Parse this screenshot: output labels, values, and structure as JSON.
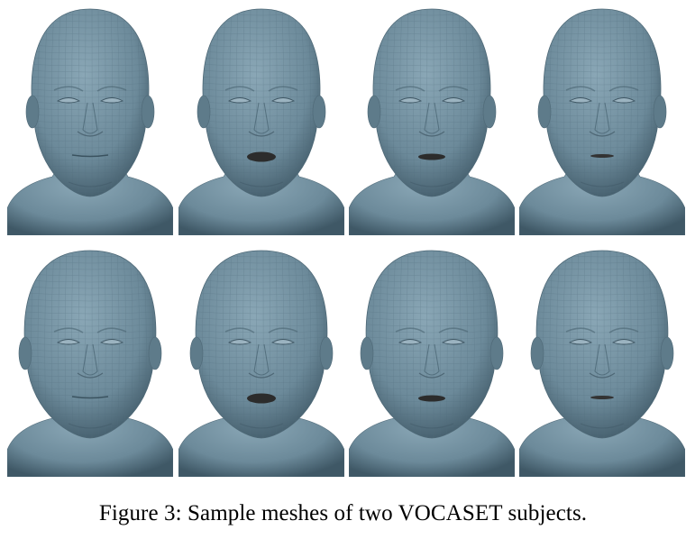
{
  "figure": {
    "caption": "Figure 3: Sample meshes of two VOCASET subjects.",
    "mesh_color": "#6c8a9a",
    "wire_color": "#54707f",
    "rows": [
      {
        "subject": "subject-1",
        "meshes": [
          {
            "name": "mesh-subject1-neutral",
            "mouth": "closed"
          },
          {
            "name": "mesh-subject1-open-wide",
            "mouth": "open"
          },
          {
            "name": "mesh-subject1-open-medium",
            "mouth": "mid"
          },
          {
            "name": "mesh-subject1-open-slight",
            "mouth": "slight"
          }
        ]
      },
      {
        "subject": "subject-2",
        "meshes": [
          {
            "name": "mesh-subject2-neutral",
            "mouth": "closed"
          },
          {
            "name": "mesh-subject2-open-wide",
            "mouth": "open"
          },
          {
            "name": "mesh-subject2-open-medium",
            "mouth": "mid"
          },
          {
            "name": "mesh-subject2-open-slight",
            "mouth": "slight"
          }
        ]
      }
    ]
  }
}
